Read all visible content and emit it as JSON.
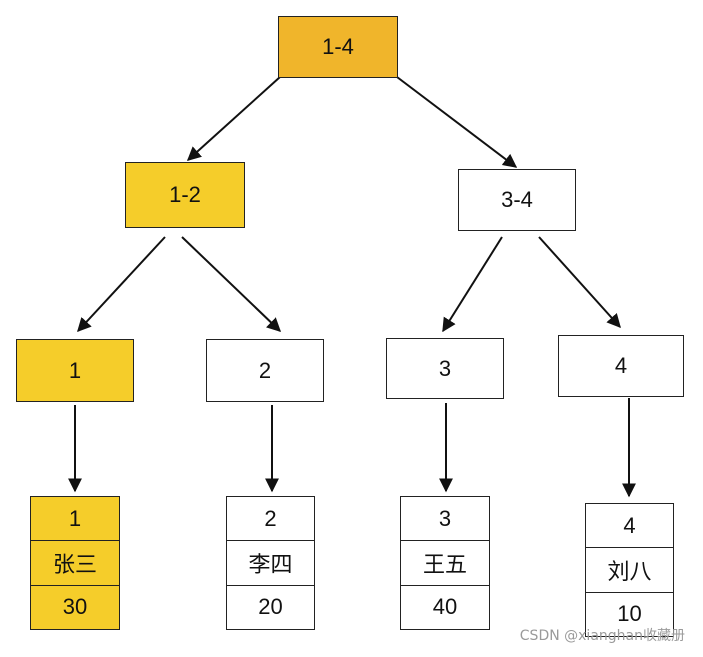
{
  "colors": {
    "gold": "#f0b52b",
    "yellow": "#f5cd2a",
    "white": "#ffffff",
    "border": "#222222"
  },
  "tree": {
    "root": {
      "label": "1-4"
    },
    "level2": [
      {
        "label": "1-2"
      },
      {
        "label": "3-4"
      }
    ],
    "leaves": [
      {
        "label": "1"
      },
      {
        "label": "2"
      },
      {
        "label": "3"
      },
      {
        "label": "4"
      }
    ],
    "records": [
      {
        "id": "1",
        "name": "张三",
        "age": "30"
      },
      {
        "id": "2",
        "name": "李四",
        "age": "20"
      },
      {
        "id": "3",
        "name": "王五",
        "age": "40"
      },
      {
        "id": "4",
        "name": "刘八",
        "age": "10"
      }
    ]
  },
  "watermark": "CSDN @xianghan收藏册"
}
